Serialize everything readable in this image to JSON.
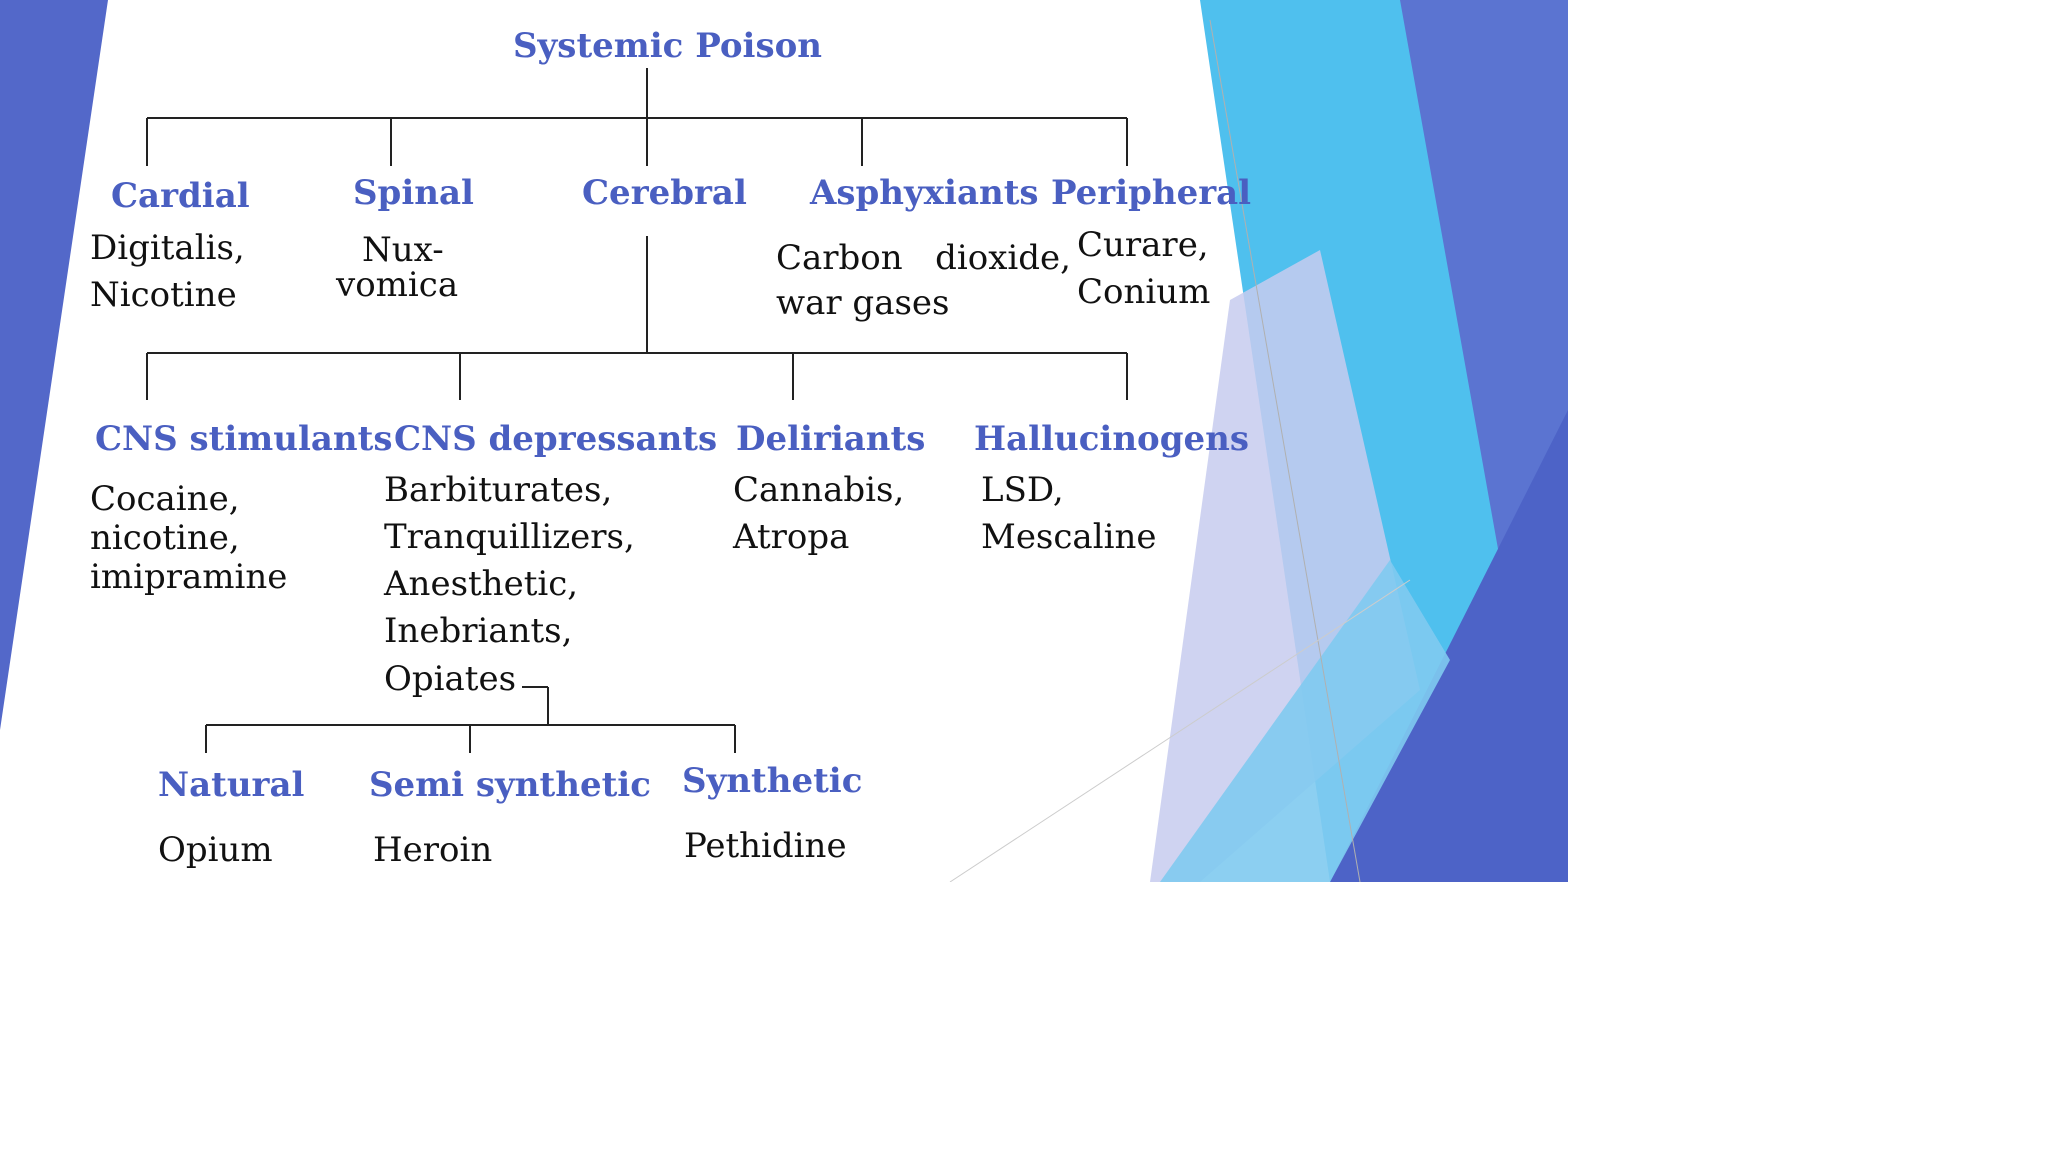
{
  "root": "Systemic Poison",
  "level1": [
    {
      "heading": "Cardial",
      "items": [
        "Digitalis,",
        "Nicotine"
      ]
    },
    {
      "heading": "Spinal",
      "items": [
        "Nux-",
        "vomica"
      ]
    },
    {
      "heading": "Cerebral",
      "items": []
    },
    {
      "heading": "Asphyxiants",
      "items": [
        "Carbon   dioxide,",
        "war gases"
      ]
    },
    {
      "heading": "Peripheral",
      "items": [
        "Curare,",
        "Conium"
      ]
    }
  ],
  "cerebral": [
    {
      "heading": "CNS stimulants",
      "items": [
        "Cocaine,",
        "nicotine,",
        "imipramine"
      ]
    },
    {
      "heading": "CNS depressants",
      "items": [
        "Barbiturates,",
        "Tranquillizers,",
        "Anesthetic,",
        "Inebriants,",
        "Opiates"
      ]
    },
    {
      "heading": "Deliriants",
      "items": [
        "Cannabis,",
        "Atropa"
      ]
    },
    {
      "heading": "Hallucinogens",
      "items": [
        "LSD,",
        "Mescaline"
      ]
    }
  ],
  "opiates": [
    {
      "heading": "Natural",
      "items": [
        "Opium"
      ]
    },
    {
      "heading": "Semi synthetic",
      "items": [
        "Heroin"
      ]
    },
    {
      "heading": "Synthetic",
      "items": [
        "Pethidine"
      ]
    }
  ],
  "colors": {
    "heading": "#4a5fc1",
    "body": "#111111",
    "line": "#222222",
    "accent_dark": "#5368c9",
    "accent_light": "#4fc0ee"
  }
}
